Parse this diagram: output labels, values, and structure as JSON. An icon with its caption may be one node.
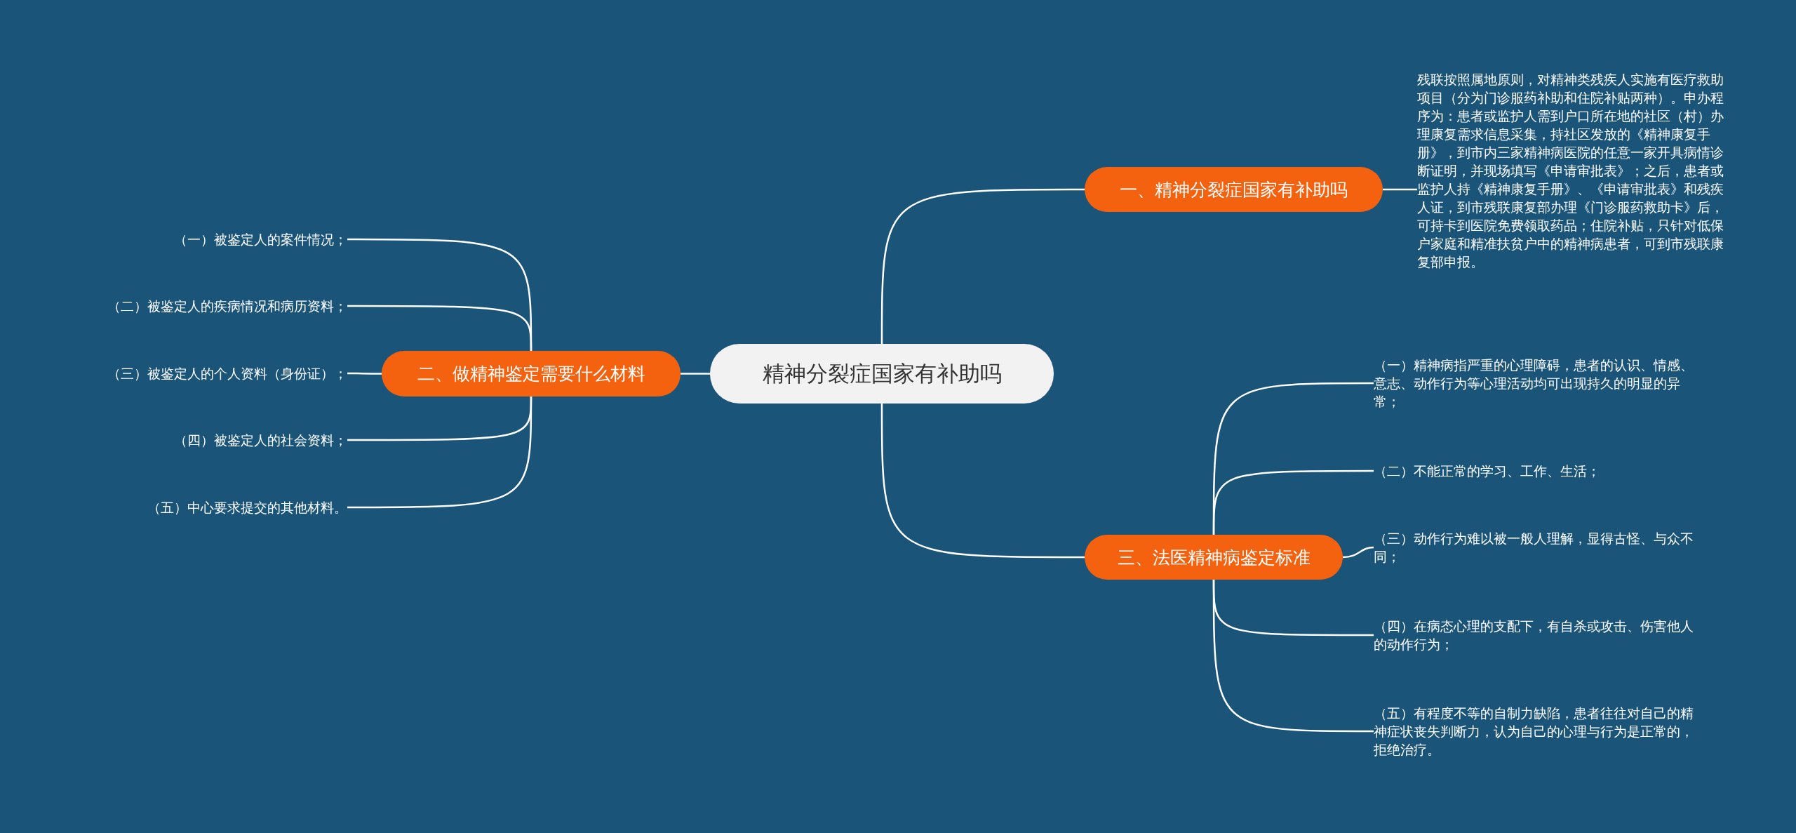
{
  "diagram": {
    "nodes": [
      {
        "text": [
          "精神分裂症国家有补助吗"
        ]
      },
      {
        "text": [
          "一、精神分裂症国家有补助吗"
        ]
      },
      {
        "text": [
          "残联按照属地原则，对精神类残疾人实施有医疗救助项目（分为门诊服药补助和住院补贴两种）。申办程序为：患者或监护人需到户口所在地的社区（村）办理康复需求信息采集，持社区发放的《精神康复手册》，到市内三家精神病医院的任意一家开具病情诊断证明，并现场填写《申请审批表》；之后，患者或监护人持《精神康复手册》、《申请审批表》和残疾人证，到市残联康复部办理《门诊服药救助卡》后，可持卡到医院免费领取药品；住院补贴，只针对低保户家庭和精准扶贫户中的精神病患者，可到市残联康复部申报。"
        ]
      },
      {
        "text": [
          "二、做精神鉴定需要什么材料"
        ]
      },
      {
        "text": [
          "（一）被鉴定人的案件情况；"
        ]
      },
      {
        "text": [
          "（二）被鉴定人的疾病情况和病历资料；"
        ]
      },
      {
        "text": [
          "（三）被鉴定人的个人资料（身份证）；"
        ]
      },
      {
        "text": [
          "（四）被鉴定人的社会资料；"
        ]
      },
      {
        "text": [
          "（五）中心要求提交的其他材料。"
        ]
      },
      {
        "text": [
          "三、法医精神病鉴定标准"
        ]
      },
      {
        "text": [
          "（一）精神病指严重的心理障碍，患者的认识、情感、意志、动作行为等心理活动均可出现持久的明显的异常；"
        ]
      },
      {
        "text": [
          "（二）不能正常的学习、工作、生活；"
        ]
      },
      {
        "text": [
          "（三）动作行为难以被一般人理解，显得古怪、与众不同；"
        ]
      },
      {
        "text": [
          "（四）在病态心理的支配下，有自杀或攻击、伤害他人的动作行为；"
        ]
      },
      {
        "text": [
          "（五）有程度不等的自制力缺陷，患者往往对自己的精神症状丧失判断力，认为自己的心理与行为是正常的，拒绝治疗。"
        ]
      }
    ],
    "edges": [
      {
        "from": 0,
        "to": 1,
        "arrow": "none"
      },
      {
        "from": 1,
        "to": 2,
        "arrow": "none"
      },
      {
        "from": 0,
        "to": 3,
        "arrow": "none"
      },
      {
        "from": 3,
        "to": 4,
        "arrow": "none"
      },
      {
        "from": 3,
        "to": 5,
        "arrow": "none"
      },
      {
        "from": 3,
        "to": 6,
        "arrow": "none"
      },
      {
        "from": 3,
        "to": 7,
        "arrow": "none"
      },
      {
        "from": 3,
        "to": 8,
        "arrow": "none"
      },
      {
        "from": 0,
        "to": 9,
        "arrow": "none"
      },
      {
        "from": 9,
        "to": 10,
        "arrow": "none"
      },
      {
        "from": 9,
        "to": 11,
        "arrow": "none"
      },
      {
        "from": 9,
        "to": 12,
        "arrow": "none"
      },
      {
        "from": 9,
        "to": 13,
        "arrow": "none"
      },
      {
        "from": 9,
        "to": 14,
        "arrow": "none"
      }
    ]
  }
}
